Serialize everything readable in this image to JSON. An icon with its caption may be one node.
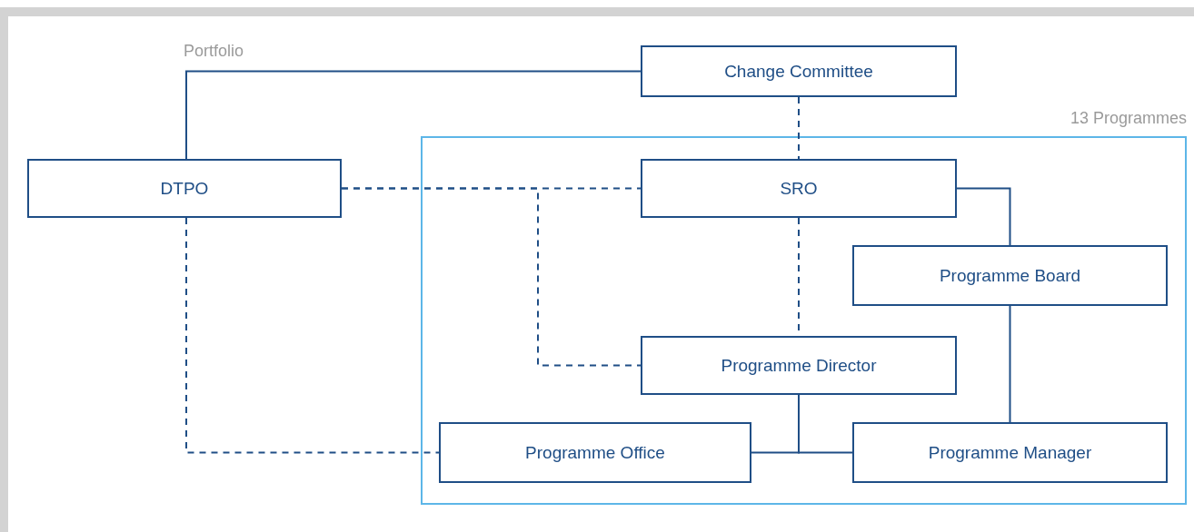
{
  "diagram": {
    "nodes": [
      {
        "text": [
          "Change Committee"
        ]
      },
      {
        "text": [
          "13 Programmes"
        ]
      },
      {
        "text": [
          "DTPO"
        ]
      },
      {
        "text": [
          "SRO"
        ],
        "in": 1
      },
      {
        "text": [
          "Programme Board"
        ],
        "in": 1
      },
      {
        "text": [
          "Programme Director"
        ],
        "in": 1
      },
      {
        "text": [
          "Programme Office"
        ],
        "in": 1
      },
      {
        "text": [
          "Programme Manager"
        ],
        "in": 1
      }
    ],
    "edges": [
      {
        "from": 2,
        "to": 0,
        "arrow": "none",
        "label": "Portfolio"
      },
      {
        "from": 0,
        "to": 3,
        "arrow": "none",
        "style": "dashed"
      },
      {
        "from": 2,
        "to": 3,
        "arrow": "none",
        "style": "dashed"
      },
      {
        "from": 2,
        "to": 5,
        "arrow": "none",
        "style": "dashed"
      },
      {
        "from": 3,
        "to": 5,
        "arrow": "none",
        "style": "dashed"
      },
      {
        "from": 2,
        "to": 6,
        "arrow": "none",
        "style": "dashed"
      },
      {
        "from": 3,
        "to": 4,
        "arrow": "none"
      },
      {
        "from": 4,
        "to": 7,
        "arrow": "none"
      },
      {
        "from": 5,
        "to": 6,
        "arrow": "none"
      },
      {
        "from": 5,
        "to": 7,
        "arrow": "none"
      }
    ]
  }
}
